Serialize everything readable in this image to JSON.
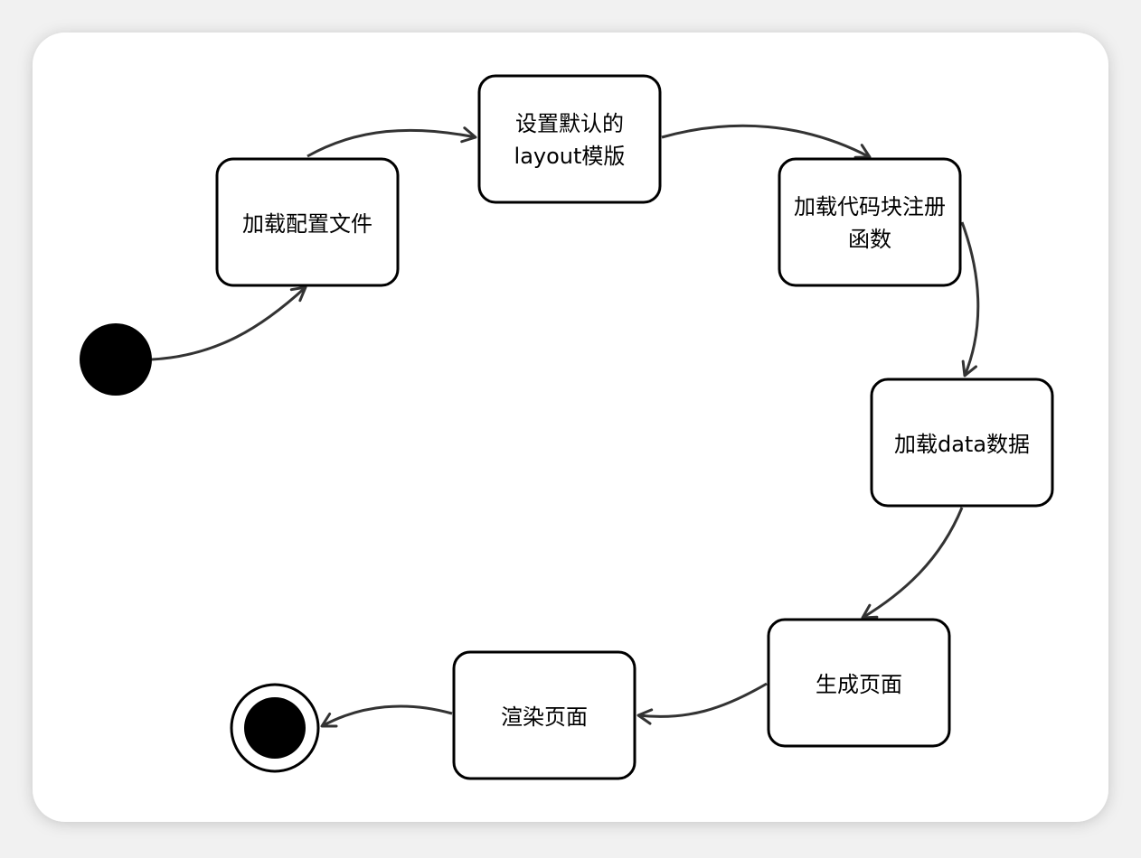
{
  "diagram": {
    "nodes": [
      {
        "id": "load-config",
        "lines": [
          "加载配置文件"
        ]
      },
      {
        "id": "set-layout",
        "lines": [
          "设置默认的",
          "layout模版"
        ]
      },
      {
        "id": "load-register",
        "lines": [
          "加载代码块注册",
          "函数"
        ]
      },
      {
        "id": "load-data",
        "lines": [
          "加载data数据"
        ]
      },
      {
        "id": "generate-page",
        "lines": [
          "生成页面"
        ]
      },
      {
        "id": "render-page",
        "lines": [
          "渲染页面"
        ]
      }
    ],
    "edges": [
      {
        "from": "start",
        "to": "load-config"
      },
      {
        "from": "load-config",
        "to": "set-layout"
      },
      {
        "from": "set-layout",
        "to": "load-register"
      },
      {
        "from": "load-register",
        "to": "load-data"
      },
      {
        "from": "load-data",
        "to": "generate-page"
      },
      {
        "from": "generate-page",
        "to": "render-page"
      },
      {
        "from": "render-page",
        "to": "end"
      }
    ],
    "colors": {
      "canvas": "#ffffff",
      "stroke": "#000000",
      "edge": "#333333",
      "start": "#000000"
    }
  }
}
